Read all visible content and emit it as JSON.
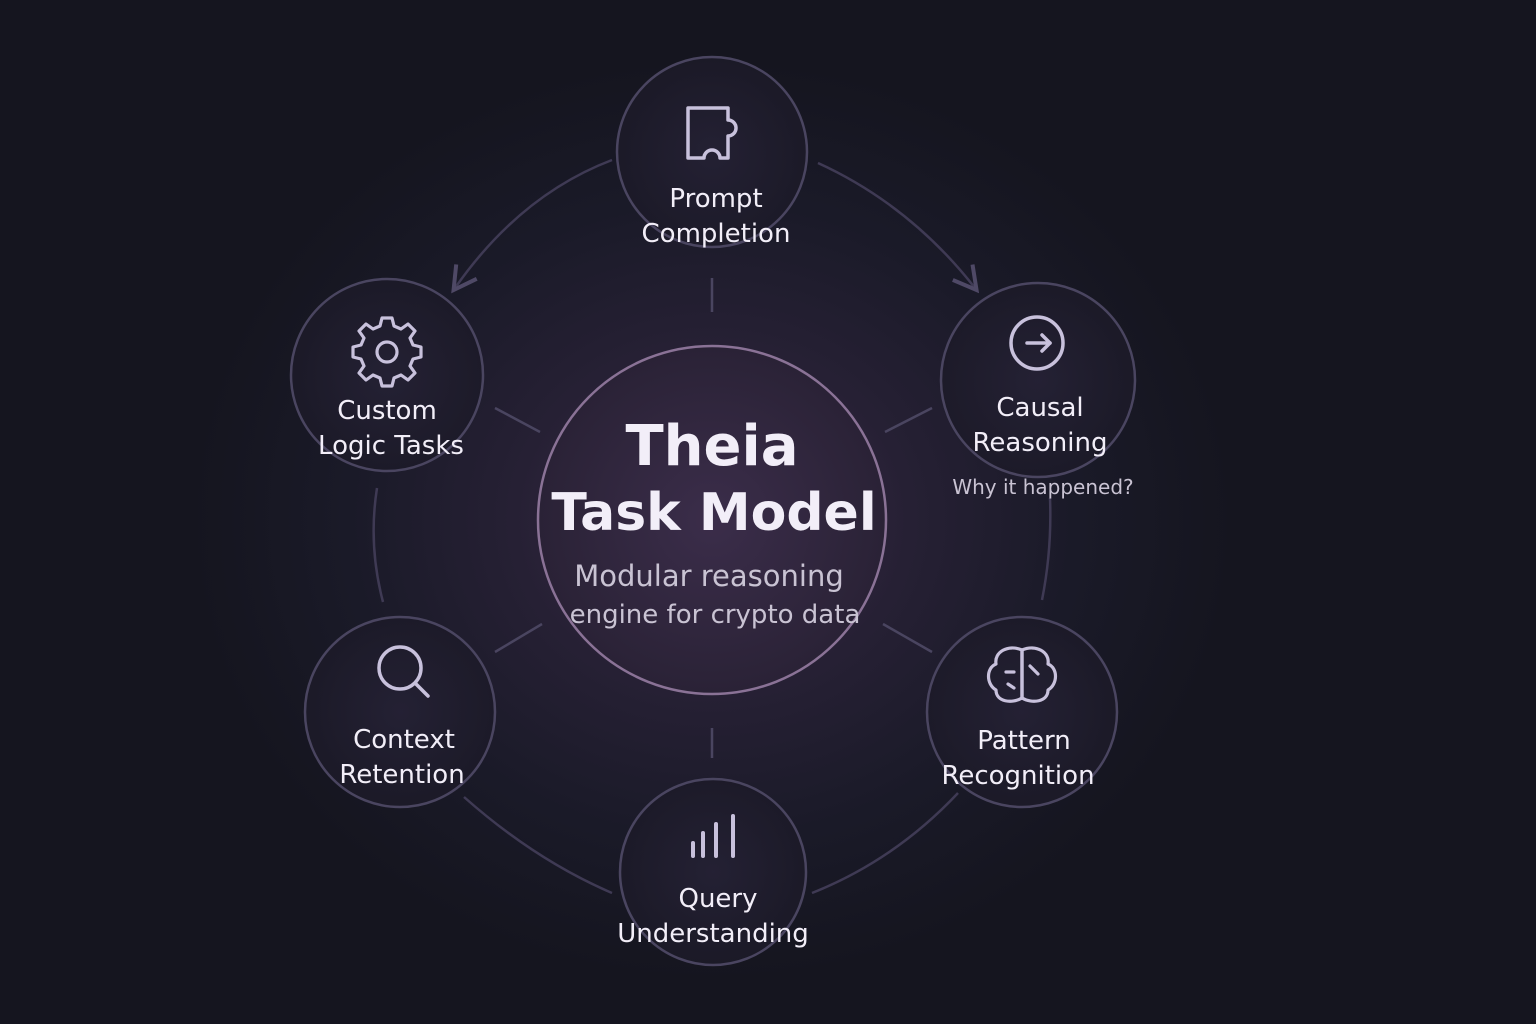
{
  "center": {
    "title_line1": "Theia",
    "title_line2": "Task Model",
    "subtitle_line1": "Modular reasoning",
    "subtitle_line2": "engine for crypto data"
  },
  "nodes": [
    {
      "id": "prompt-completion",
      "label_line1": "Prompt",
      "label_line2": "Completion",
      "note": "",
      "icon": "puzzle-icon"
    },
    {
      "id": "causal-reasoning",
      "label_line1": "Causal",
      "label_line2": "Reasoning",
      "note": "Why it happened?",
      "icon": "arrow-circle-icon"
    },
    {
      "id": "pattern-recognition",
      "label_line1": "Pattern",
      "label_line2": "Recognition",
      "note": "",
      "icon": "brain-icon"
    },
    {
      "id": "query-understanding",
      "label_line1": "Query",
      "label_line2": "Understanding",
      "note": "",
      "icon": "bar-chart-icon"
    },
    {
      "id": "context-retention",
      "label_line1": "Context",
      "label_line2": "Retention",
      "note": "",
      "icon": "search-icon"
    },
    {
      "id": "custom-logic-tasks",
      "label_line1": "Custom",
      "label_line2": "Logic Tasks",
      "note": "",
      "icon": "gear-icon"
    }
  ],
  "colors": {
    "text": "#f2eef8",
    "muted_text": "#c9c3d3",
    "ring": "#4a4560",
    "center_ring": "#8a7296",
    "icon": "#c8c1dc"
  }
}
